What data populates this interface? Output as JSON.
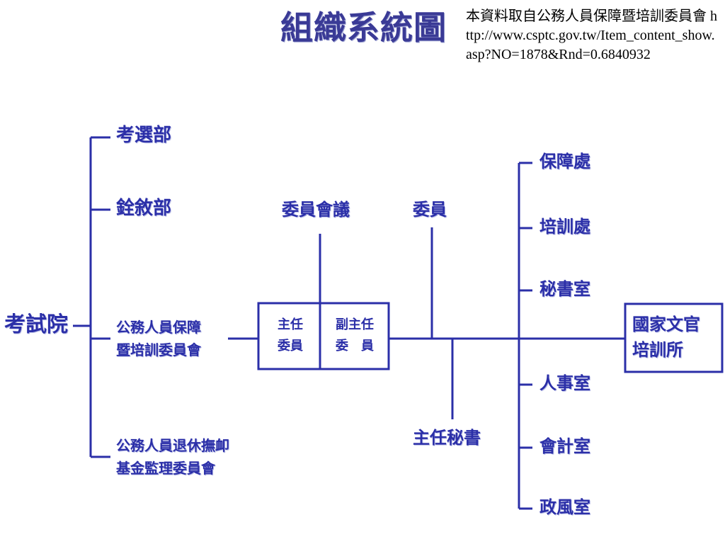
{
  "title": "組織系統圖",
  "source_note": "本資料取自公務人員保障暨培訓委員會 http://www.csptc.gov.tw/Item_content_show.asp?NO=1878&Rnd=0.6840932",
  "colors": {
    "line": "#2b2fa8",
    "text": "#2b2fa8",
    "title": "#3a3a96"
  },
  "root": "考試院",
  "ministries": {
    "exam": "考選部",
    "civil_service": "銓敘部",
    "protection_committee_line1": "公務人員保障",
    "protection_committee_line2": "暨培訓委員會",
    "pension_committee_line1": "公務人員退休撫卹",
    "pension_committee_line2": "基金監理委員會"
  },
  "committee": {
    "meeting": "委員會議",
    "members": "委員",
    "chair_line1": "主任",
    "chair_line2": "委員",
    "vice_line1": "副主任",
    "vice_line2": "委　員",
    "chief_secretary": "主任秘書"
  },
  "units": {
    "protection_dept": "保障處",
    "training_dept": "培訓處",
    "secretariat": "秘書室",
    "personnel": "人事室",
    "accounting": "會計室",
    "ethics": "政風室"
  },
  "academy_line1": "國家文官",
  "academy_line2": "培訓所"
}
